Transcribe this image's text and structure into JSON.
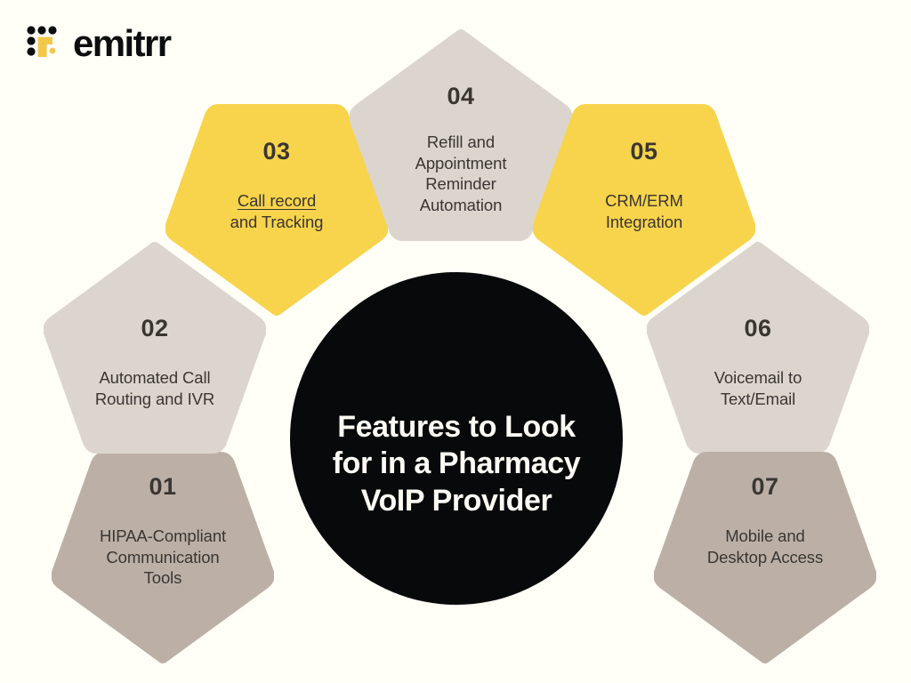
{
  "background_color": "#FFFEF7",
  "brand": {
    "name": "emitrr",
    "logo_mark": "dot-grid-logo-icon",
    "wordmark_color": "#0C0D0E",
    "accent_color": "#F8D44C"
  },
  "center": {
    "title": "Features to Look for in a Pharmacy VoIP Provider",
    "background_color": "#07090A",
    "text_color": "#FDFBF4"
  },
  "colors": {
    "yellow": "#F8D44C",
    "light_taupe": "#DCD5CE",
    "dark_taupe": "#BCB0A6",
    "text_dark": "#3A3632"
  },
  "steps": [
    {
      "number": "01",
      "title": "HIPAA-Compliant Communication Tools",
      "lines": [
        "HIPAA-Compliant",
        "Communication",
        "Tools"
      ],
      "underlined": false,
      "color": "#BCB0A6",
      "orientation": "point-down"
    },
    {
      "number": "02",
      "title": "Automated Call Routing and IVR",
      "lines": [
        "Automated Call",
        "Routing and IVR"
      ],
      "underlined": false,
      "color": "#DCD5CE",
      "orientation": "point-up"
    },
    {
      "number": "03",
      "title": "Call record and Tracking",
      "lines": [
        "Call record",
        "and Tracking"
      ],
      "underlined": true,
      "underlined_text": "Call record",
      "plain_text": "and Tracking",
      "color": "#F8D44C",
      "orientation": "point-down"
    },
    {
      "number": "04",
      "title": "Refill and Appointment Reminder Automation",
      "lines": [
        "Refill and",
        "Appointment",
        "Reminder",
        "Automation"
      ],
      "underlined": false,
      "color": "#DCD5CE",
      "orientation": "point-up"
    },
    {
      "number": "05",
      "title": "CRM/ERM Integration",
      "lines": [
        "CRM/ERM",
        "Integration"
      ],
      "underlined": false,
      "color": "#F8D44C",
      "orientation": "point-down"
    },
    {
      "number": "06",
      "title": "Voicemail to Text/Email",
      "lines": [
        "Voicemail to",
        "Text/Email"
      ],
      "underlined": false,
      "color": "#DCD5CE",
      "orientation": "point-up"
    },
    {
      "number": "07",
      "title": "Mobile and Desktop Access",
      "lines": [
        "Mobile and",
        "Desktop Access"
      ],
      "underlined": false,
      "color": "#BCB0A6",
      "orientation": "point-down"
    }
  ]
}
